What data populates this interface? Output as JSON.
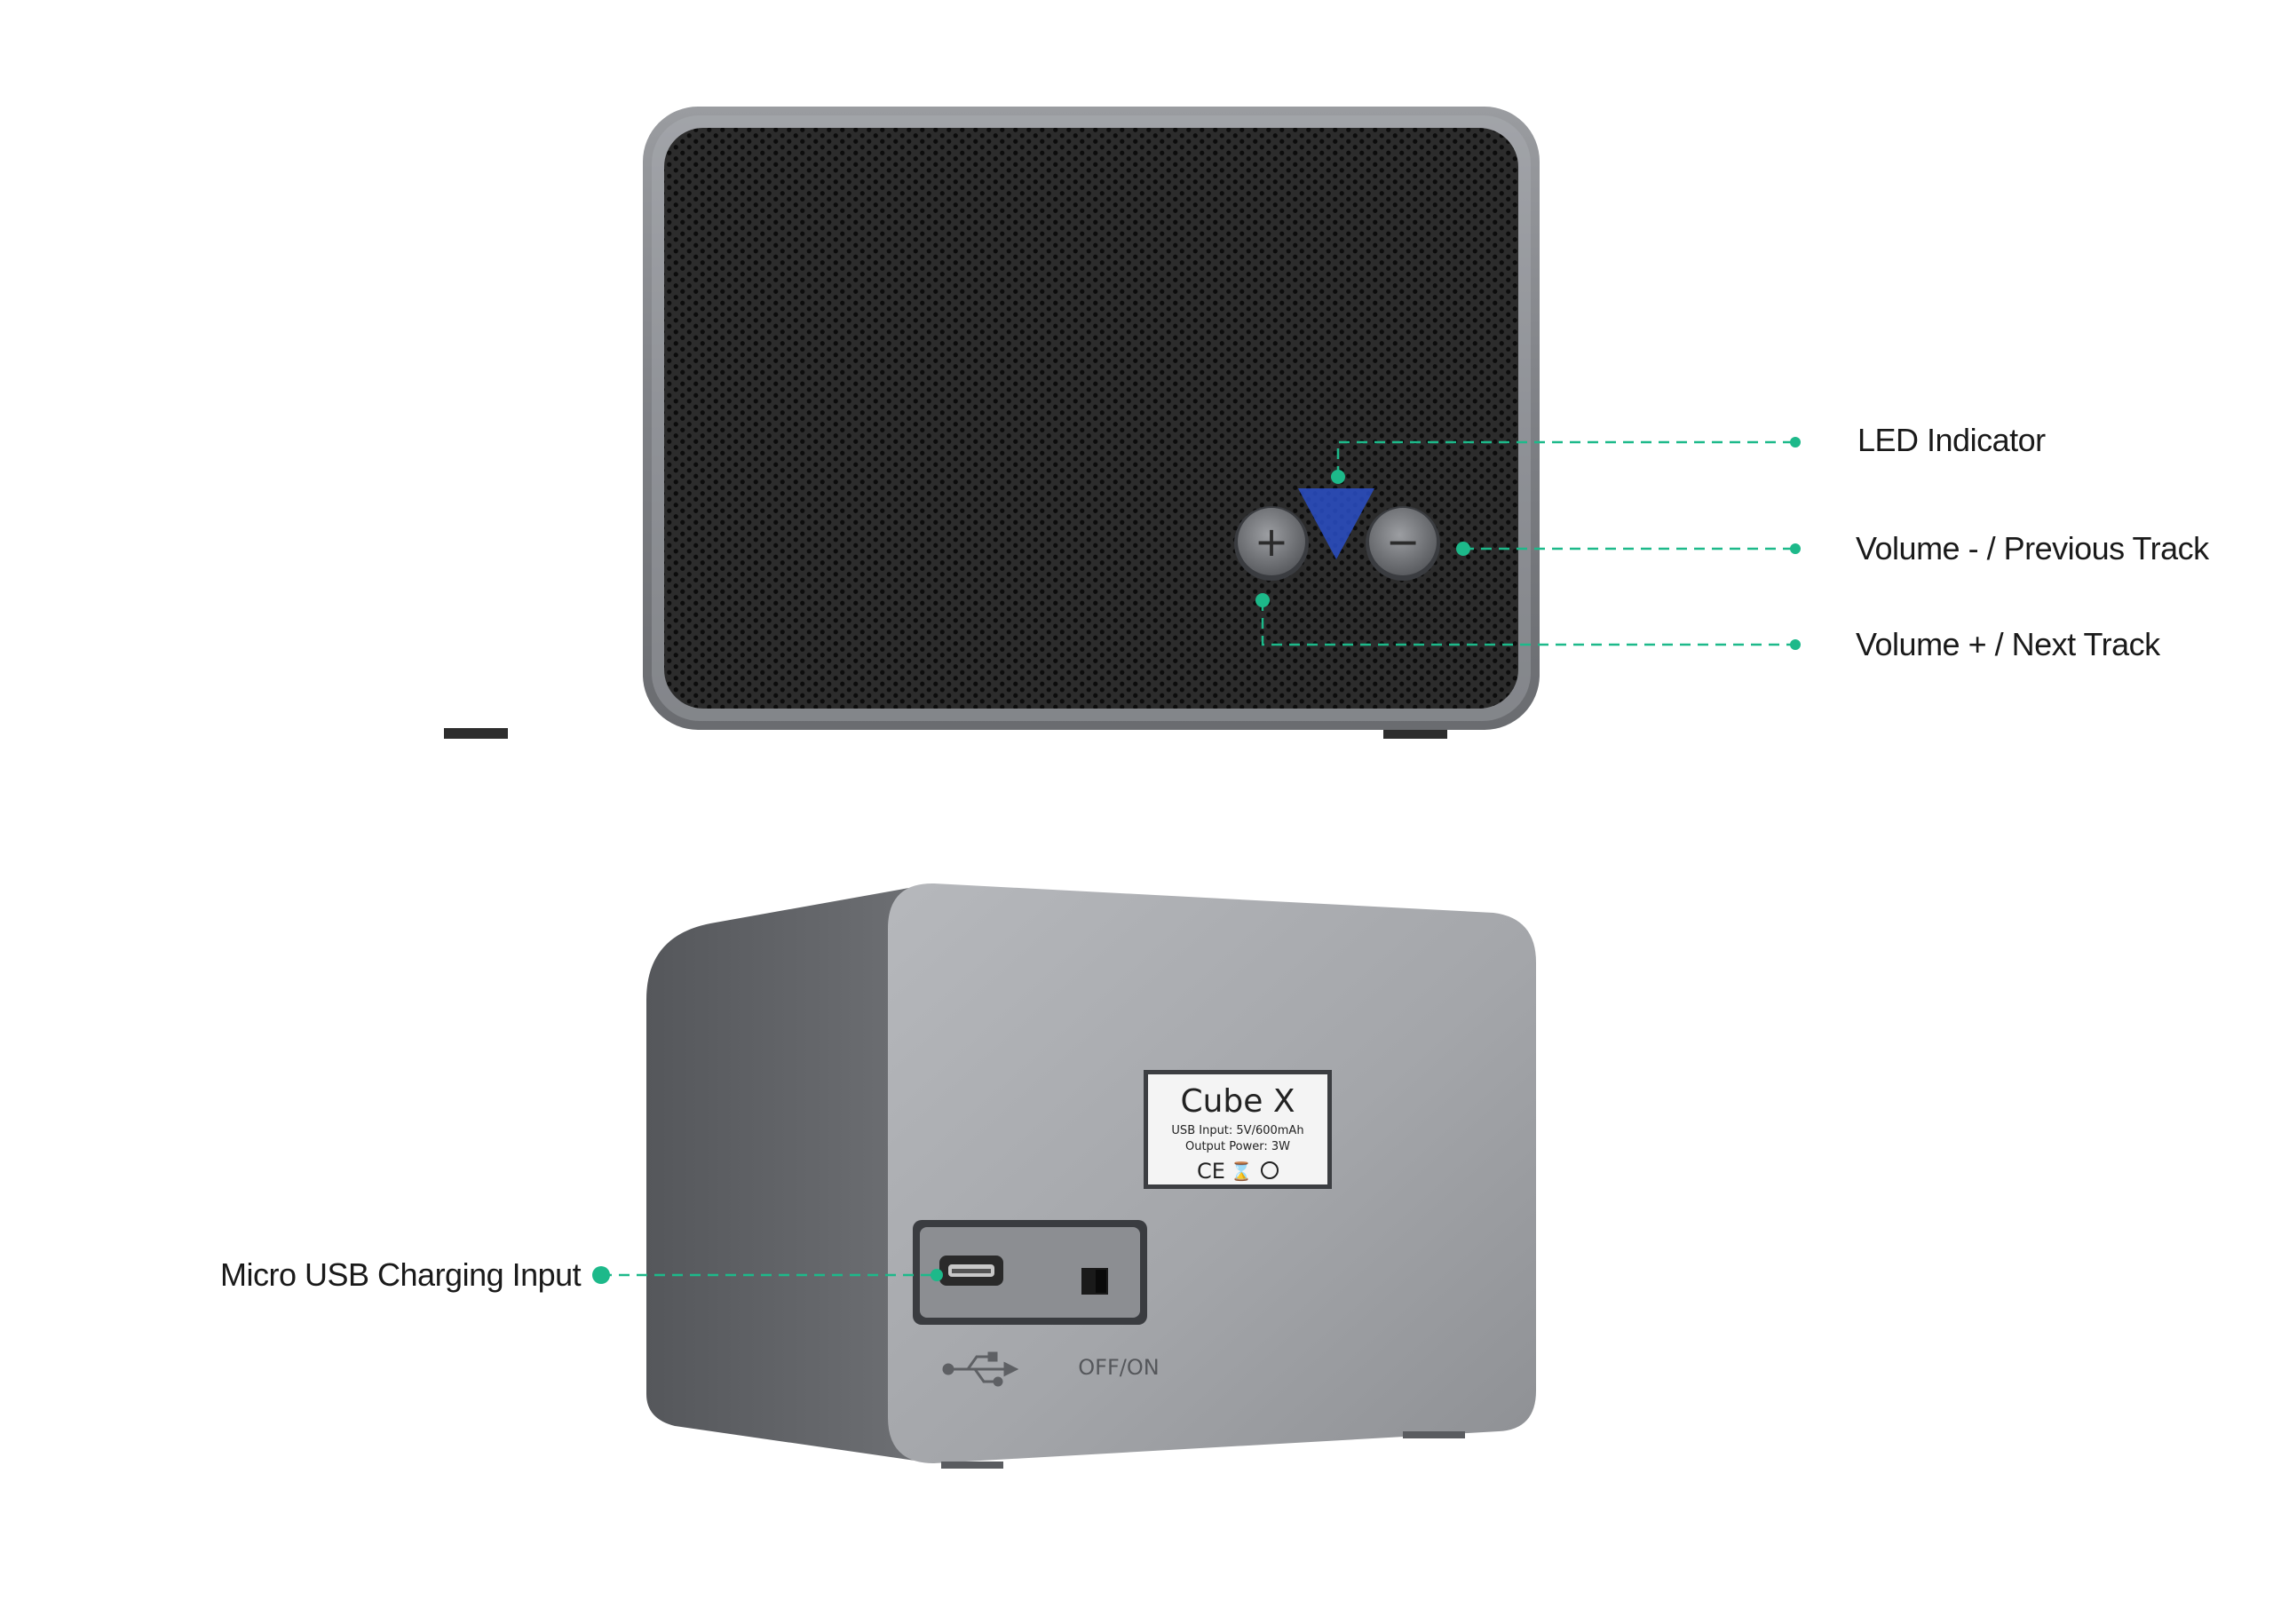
{
  "callouts": {
    "led": "LED Indicator",
    "volume_minus": "Volume - / Previous Track",
    "volume_plus": "Volume + / Next Track",
    "micro_usb": "Micro USB Charging Input"
  },
  "back_label": {
    "model": "Cube X",
    "usb_input": "USB Input: 5V/600mAh",
    "output_power": "Output Power: 3W",
    "marks": "CE"
  },
  "switch_label": "OFF/ON",
  "buttons": {
    "plus_symbol": "+",
    "minus_symbol": "−"
  },
  "colors": {
    "callout_accent": "#1db98a",
    "led_blue": "#2a4fc7",
    "grille_dark": "#2a2a2a",
    "body_gray": "#8f9196"
  }
}
